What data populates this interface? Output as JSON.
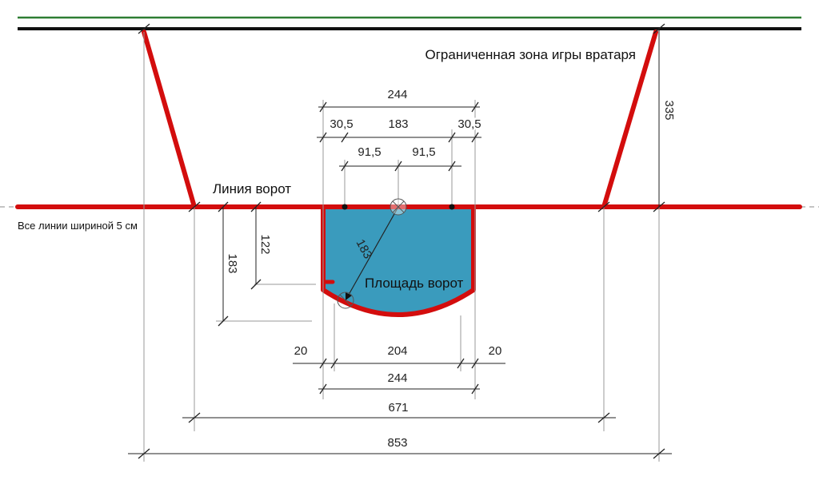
{
  "labels": {
    "zone": "Ограниченная зона игры вратаря",
    "goal_line": "Линия ворот",
    "all_lines": "Все линии шириной 5 см",
    "goal_area": "Площадь ворот"
  },
  "dimensions": {
    "d244_top": "244",
    "d30_5_left": "30,5",
    "d183_top": "183",
    "d30_5_right": "30,5",
    "d91_5_left": "91,5",
    "d91_5_right": "91,5",
    "d335": "335",
    "d183_left": "183",
    "d122": "122",
    "d183_radius": "183",
    "d20_left": "20",
    "d204": "204",
    "d20_right": "20",
    "d244_bottom": "244",
    "d671": "671",
    "d853": "853"
  },
  "colors": {
    "red_line": "#d30d0d",
    "goal_area_fill": "#3a9bbd",
    "green_line": "#2e7d32",
    "black_line": "#111111"
  }
}
